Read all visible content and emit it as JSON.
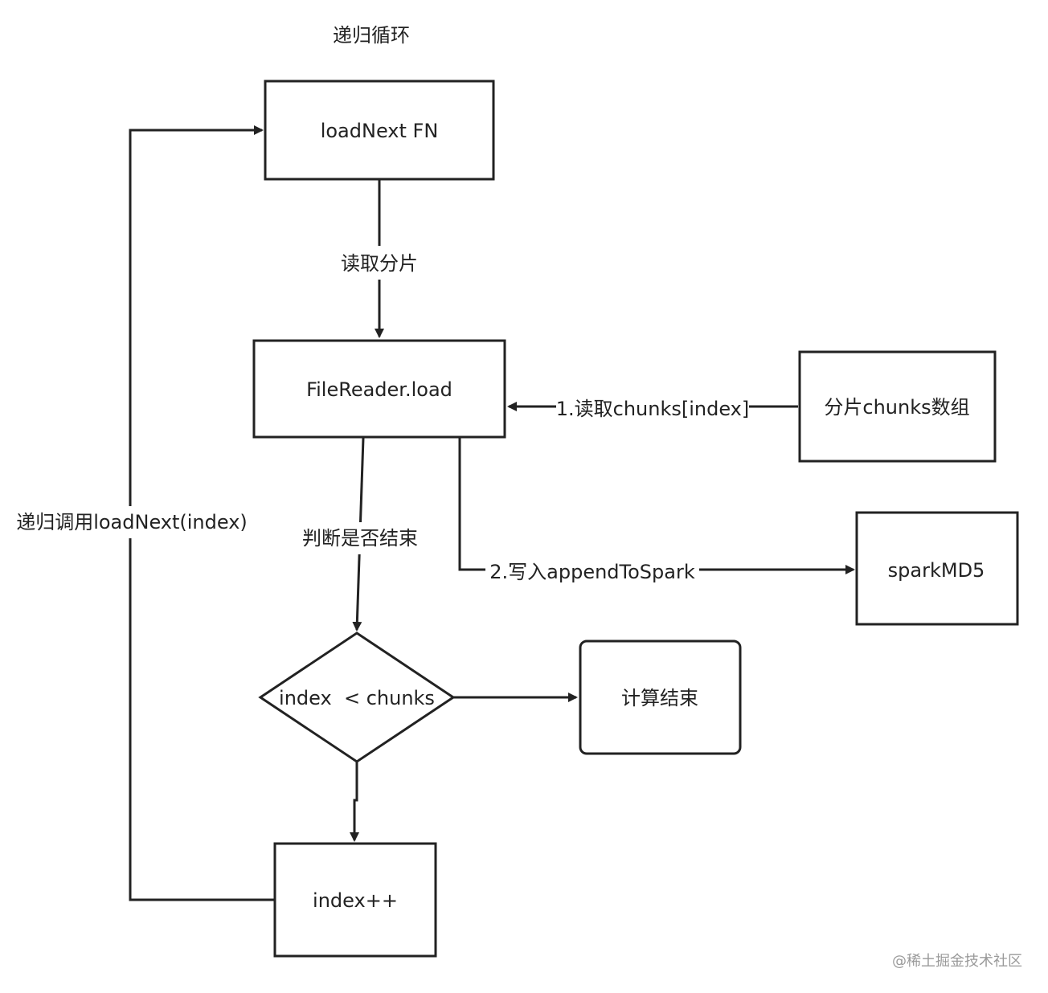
{
  "diagram": {
    "title": "递归循环",
    "nodes": {
      "load_next": "loadNext FN",
      "file_reader": "FileReader.load",
      "chunks_array": "分片chunks数组",
      "spark_md5": "sparkMD5",
      "condition": "index  < chunks",
      "calc_done": "计算结束",
      "increment": "index++"
    },
    "edges": {
      "read_chunk": "读取分片",
      "read_chunks_index": "1.读取chunks[index]",
      "check_end": "判断是否结束",
      "write_append": "2.写入appendToSpark",
      "recursive_call": "递归调用loadNext(index)"
    },
    "colors": {
      "stroke": "#222222",
      "background": "#ffffff",
      "watermark": "#9a9a9a"
    }
  },
  "watermark": "@稀土掘金技术社区"
}
